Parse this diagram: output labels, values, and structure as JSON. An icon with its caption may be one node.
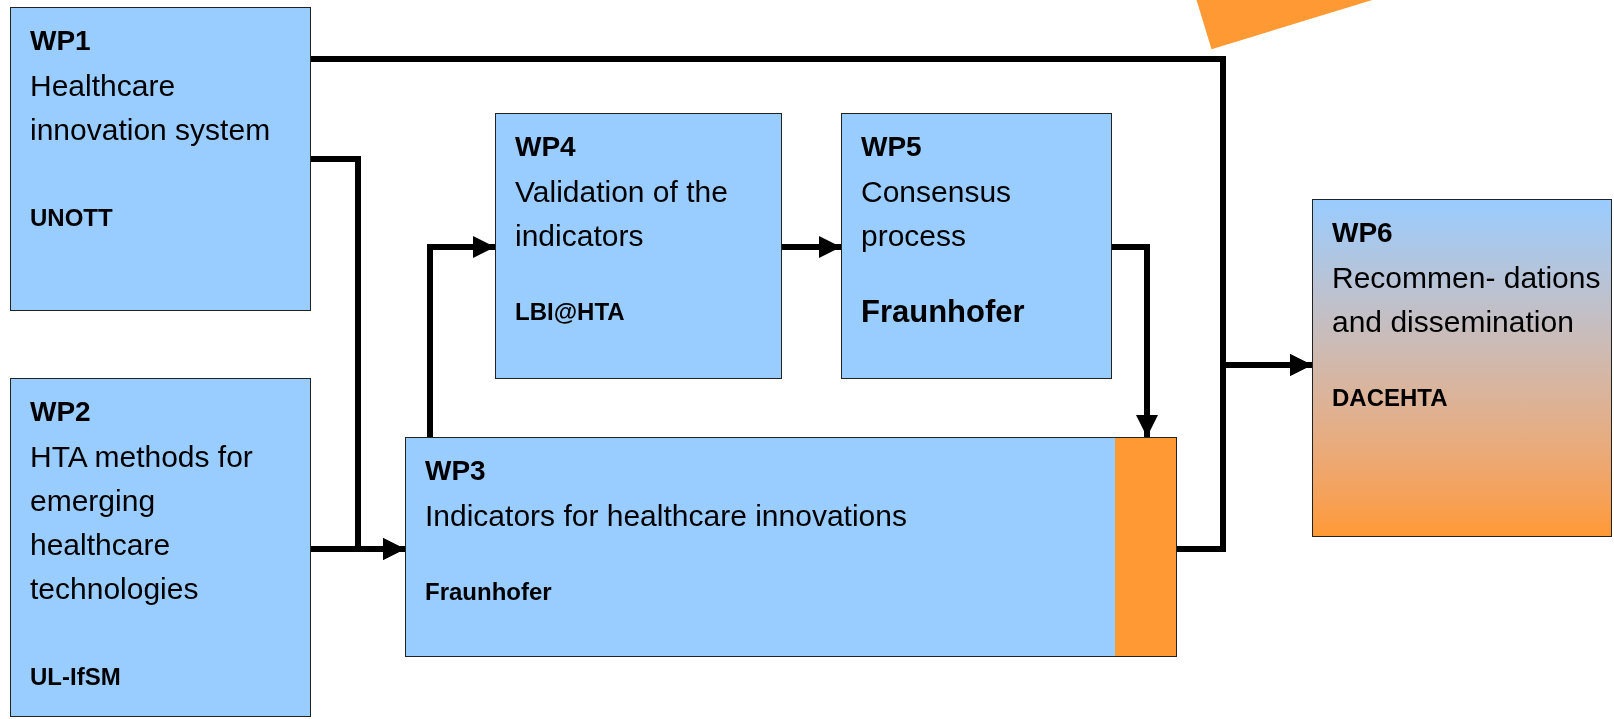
{
  "diagram": {
    "nodes": [
      {
        "text": [
          "WP1",
          "Healthcare innovation system",
          "UNOTT"
        ]
      },
      {
        "text": [
          "WP2",
          "HTA methods for emerging healthcare technologies",
          "UL-IfSM"
        ]
      },
      {
        "text": [
          "WP3",
          "Indicators for healthcare innovations",
          "Fraunhofer"
        ]
      },
      {
        "text": [
          "WP4",
          "Validation of the indicators",
          "LBI@HTA"
        ]
      },
      {
        "text": [
          "WP5",
          "Consensus process",
          "Fraunhofer"
        ]
      },
      {
        "text": [
          "WP6",
          "Recommen- dations and dissemination",
          "DACEHTA"
        ]
      },
      {
        "text": [],
        "shape": "box"
      }
    ],
    "edges": [
      {
        "from": 0,
        "to": 5,
        "arrow": "to"
      },
      {
        "from": 2,
        "to": 5,
        "arrow": "to"
      },
      {
        "from": 0,
        "to": 2,
        "arrow": "to"
      },
      {
        "from": 1,
        "to": 2,
        "arrow": "to"
      },
      {
        "from": 2,
        "to": 3,
        "arrow": "to"
      },
      {
        "from": 3,
        "to": 4,
        "arrow": "to"
      },
      {
        "from": 4,
        "to": 2,
        "arrow": "to"
      }
    ]
  }
}
